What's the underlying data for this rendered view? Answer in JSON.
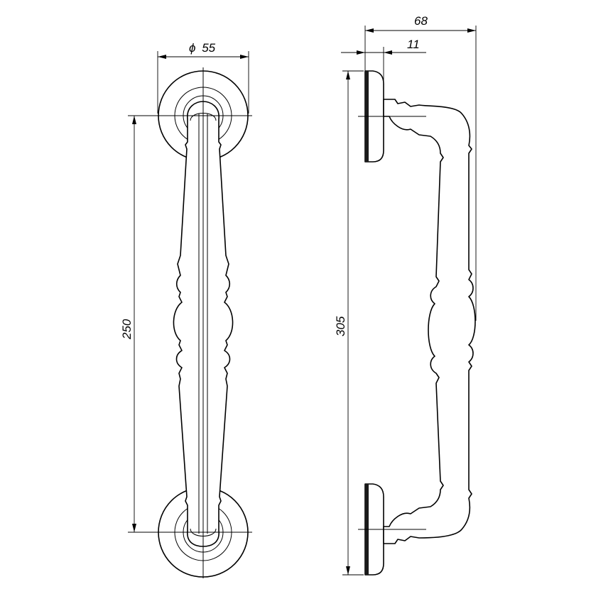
{
  "dimensions": {
    "diameter_symbol": "ϕ",
    "rosette_diameter": "55",
    "center_distance": "250",
    "overall_length": "305",
    "projection": "68",
    "rosette_thickness": "11"
  },
  "colors": {
    "line": "#000000",
    "background": "#ffffff"
  }
}
